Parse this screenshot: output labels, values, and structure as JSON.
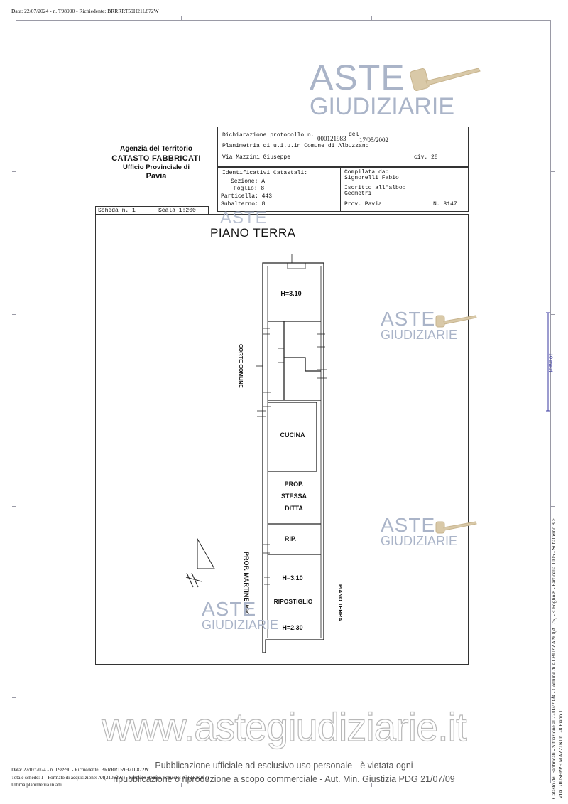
{
  "header_line": "Data: 22/07/2024 - n. T98990 - Richiedente: BRRRRT59H21L872W",
  "agency": {
    "line1": "Agenzia del Territorio",
    "line2": "CATASTO FABBRICATI",
    "line3": "Ufficio Provinciale di",
    "line4": "Pavia"
  },
  "protocol": {
    "label": "Dichiarazione protocollo n.",
    "number": "000121983",
    "del_label": "del",
    "date": "17/05/2002",
    "planimetria": "Planimetria di u.i.u.in Comune di Albuzzano",
    "address": "Via Mazzini Giuseppe",
    "civ": "civ. 28"
  },
  "identifiers": {
    "title": "Identificativi Catastali:",
    "sezione": "Sezione: A",
    "foglio": "Foglio: 8",
    "particella": "Particella: 443",
    "subalterno": "Subalterno: 8",
    "compilata_label": "Compilata da:",
    "compilata_name": "Signorelli Fabio",
    "iscritto_label": "Iscritto all'albo:",
    "iscritto_value": "Geometri",
    "prov": "Prov. Pavia",
    "num": "N.  3147"
  },
  "scheda": "Scheda n. 1",
  "scala": "Scala 1:200",
  "plan": {
    "title": "PIANO TERRA",
    "corte": "CORTE COMUNE",
    "h_top": "H=3.10",
    "cucina": "CUCINA",
    "prop1": "PROP.",
    "prop2": "STESSA",
    "prop3": "DITTA",
    "rip": "RIP.",
    "h_mid": "H=3.10",
    "ripostiglio": "RIPOSTIGLIO",
    "h_bot": "H=2.30",
    "prop_martinengo": "PROP. MARTINENGO",
    "piano_terra_v": "PIANO TERRA"
  },
  "watermark": {
    "line1": "ASTE",
    "line2": "GIUDIZIARIE"
  },
  "website": "www.astegiudiziarie.it",
  "publication": {
    "line1": "Pubblicazione ufficiale ad esclusivo uso personale - è vietata ogni",
    "line2": "ripubblicazione o riproduzione a scopo commerciale - Aut. Min. Giustizia PDG 21/07/09"
  },
  "footer": {
    "line1": "Data: 22/07/2024 - n. T98990 - Richiedente: BRRRRT59H21L872W",
    "line2": "Totale schede: 1 - Formato di acquisizione: A4(210x297) - Formato stampa richiesto: A4(210x297)",
    "line3": "Ultima planimetria in atti"
  },
  "side": {
    "line1": "Catasto dei Fabbricati - Situazione al 22/07/2024 - Comune di ALBUZZANO(A175) - < Foglio 8 - Particella 1005 - Subalterno 8 >",
    "line2": "VIA GIUSEPPE MAZZINI n. 28 Piano T"
  },
  "scale_bar": "10 metri"
}
